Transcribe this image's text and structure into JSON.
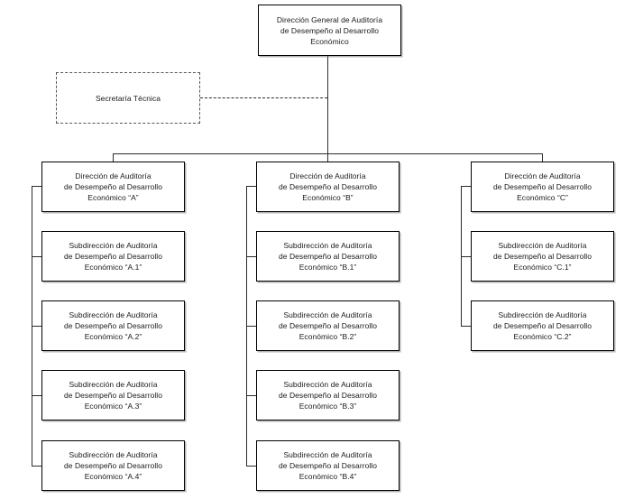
{
  "document": {
    "type": "organizational-chart",
    "language": "es"
  },
  "colors": {
    "box_border": "#000000",
    "dashed_border": "#555555",
    "connector": "#2b2b2b",
    "text": "#1a1a1a",
    "background": "#ffffff"
  },
  "nodes": {
    "root": {
      "label": "Dirección General de Auditoría\nde Desempeño al Desarrollo\nEconómico",
      "level": "direccion-general"
    },
    "staff": {
      "label": "Secretaría Técnica",
      "level": "staff",
      "border_style": "dashed"
    },
    "direccion_a": {
      "label": "Dirección de Auditoría\nde Desempeño al Desarrollo\nEconómico “A”",
      "level": "direccion"
    },
    "direccion_b": {
      "label": "Dirección de Auditoría\nde Desempeño al Desarrollo\nEconómico “B”",
      "level": "direccion"
    },
    "direccion_c": {
      "label": "Dirección de Auditoría\nde Desempeño al Desarrollo\nEconómico “C”",
      "level": "direccion"
    },
    "sub_a1": {
      "label": "Subdirección de Auditoría\nde Desempeño al Desarrollo\nEconómico “A.1”",
      "level": "subdireccion"
    },
    "sub_a2": {
      "label": "Subdirección de Auditoría\nde Desempeño al Desarrollo\nEconómico “A.2”",
      "level": "subdireccion"
    },
    "sub_a3": {
      "label": "Subdirección de Auditoría\nde Desempeño al Desarrollo\nEconómico “A.3”",
      "level": "subdireccion"
    },
    "sub_a4": {
      "label": "Subdirección de Auditoría\nde Desempeño al Desarrollo\nEconómico “A.4”",
      "level": "subdireccion"
    },
    "sub_b1": {
      "label": "Subdirección de Auditoría\nde Desempeño al Desarrollo\nEconómico “B.1”",
      "level": "subdireccion"
    },
    "sub_b2": {
      "label": "Subdirección de Auditoría\nde Desempeño al Desarrollo\nEconómico “B.2”",
      "level": "subdireccion"
    },
    "sub_b3": {
      "label": "Subdirección de Auditoría\nde Desempeño al Desarrollo\nEconómico “B.3”",
      "level": "subdireccion"
    },
    "sub_b4": {
      "label": "Subdirección de Auditoría\nde Desempeño al Desarrollo\nEconómico “B.4”",
      "level": "subdireccion"
    },
    "sub_c1": {
      "label": "Subdirección de Auditoría\nde Desempeño al Desarrollo\nEconómico “C.1”",
      "level": "subdireccion"
    },
    "sub_c2": {
      "label": "Subdirección de Auditoría\nde Desempeño al Desarrollo\nEconómico “C.2”",
      "level": "subdireccion"
    }
  }
}
